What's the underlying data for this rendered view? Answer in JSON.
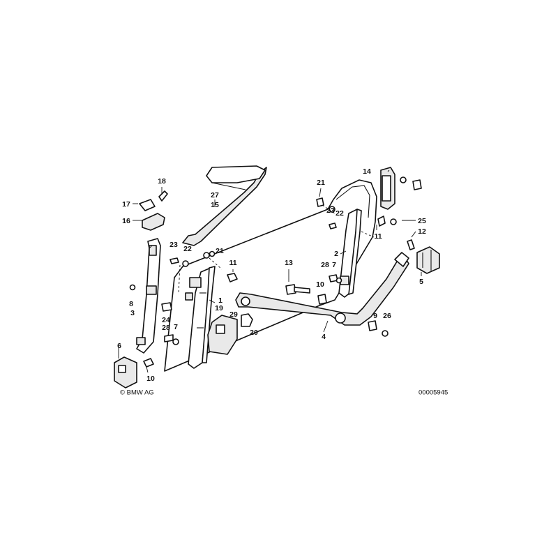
{
  "labels": {
    "l1": "1",
    "l2": "2",
    "l3": "3",
    "l4": "4",
    "l5": "5",
    "l6": "6",
    "l7a": "7",
    "l7b": "7",
    "l8": "8",
    "l9": "9",
    "l10a": "10",
    "l10b": "10",
    "l11a": "11",
    "l11b": "11",
    "l12": "12",
    "l13": "13",
    "l14": "14",
    "l15": "15",
    "l16": "16",
    "l17": "17",
    "l18": "18",
    "l19": "19",
    "l20": "20",
    "l21a": "21",
    "l21b": "21",
    "l22a": "22",
    "l22b": "22",
    "l23a": "23",
    "l23b": "23",
    "l24": "24",
    "l25": "25",
    "l26": "26",
    "l27": "27",
    "l28a": "28",
    "l28b": "28",
    "l29": "29"
  },
  "copyright": "© BMW AG",
  "diagram_id": "00005945"
}
